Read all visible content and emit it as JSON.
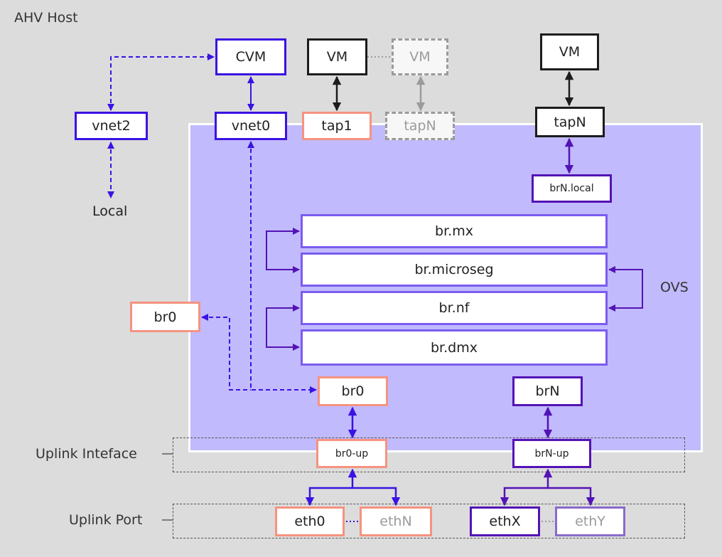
{
  "title": "AHV Host",
  "ovs_label": "OVS",
  "local_label": "Local",
  "rows": {
    "uplink_interface": "Uplink Inteface",
    "uplink_port": "Uplink Port"
  },
  "boxes": {
    "cvm": "CVM",
    "vnet2": "vnet2",
    "vnet0": "vnet0",
    "vm1": "VM",
    "vm_ghost": "VM",
    "vm_n": "VM",
    "tap1": "tap1",
    "tapN_ghost": "tapN",
    "tapN": "tapN",
    "brN_local": "brN.local",
    "br_mx": "br.mx",
    "br_microseg": "br.microseg",
    "br_nf": "br.nf",
    "br_dmx": "br.dmx",
    "br0_outer": "br0",
    "br0": "br0",
    "brN": "brN",
    "br0_up": "br0-up",
    "brN_up": "brN-up",
    "eth0": "eth0",
    "ethN": "ethN",
    "ethX": "ethX",
    "ethY": "ethY"
  },
  "colors": {
    "blue": "#3b12e4",
    "salmon": "#f59380",
    "purple": "#5313b5",
    "black": "#1c1c1c",
    "ghost": "#9b9b9b",
    "ovs_fill": "#c1bafc",
    "bridge_border": "#7b5cf0"
  }
}
